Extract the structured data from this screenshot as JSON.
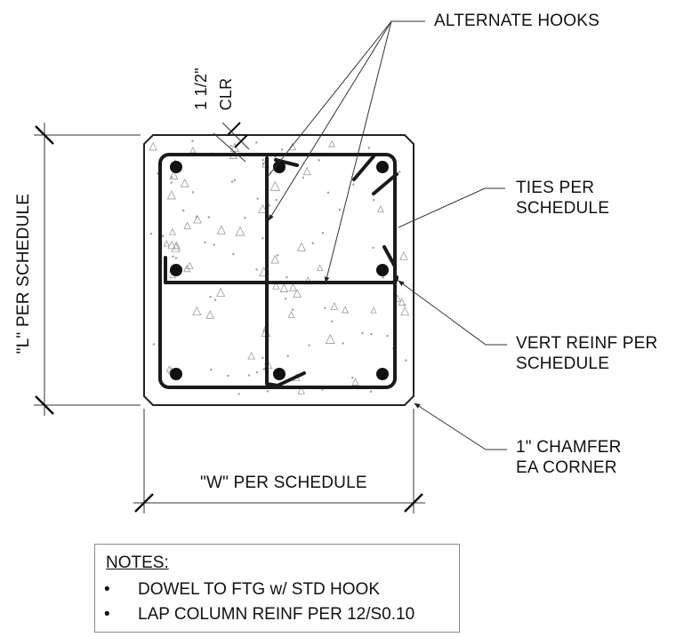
{
  "labels": {
    "alternate_hooks": "ALTERNATE HOOKS",
    "ties_line1": "TIES PER",
    "ties_line2": "SCHEDULE",
    "vert_line1": "VERT REINF PER",
    "vert_line2": "SCHEDULE",
    "chamfer_line1": "1\" CHAMFER",
    "chamfer_line2": "EA CORNER",
    "clr_line1": "1 1/2\"",
    "clr_line2": "CLR",
    "width_dim": "\"W\" PER SCHEDULE",
    "length_dim": "\"L\" PER SCHEDULE"
  },
  "notes": {
    "title": "NOTES:",
    "items": [
      {
        "bullet": "•",
        "text": "DOWEL TO FTG w/ STD HOOK"
      },
      {
        "bullet": "•",
        "text": "LAP COLUMN REINF PER 12/S0.10"
      }
    ]
  }
}
